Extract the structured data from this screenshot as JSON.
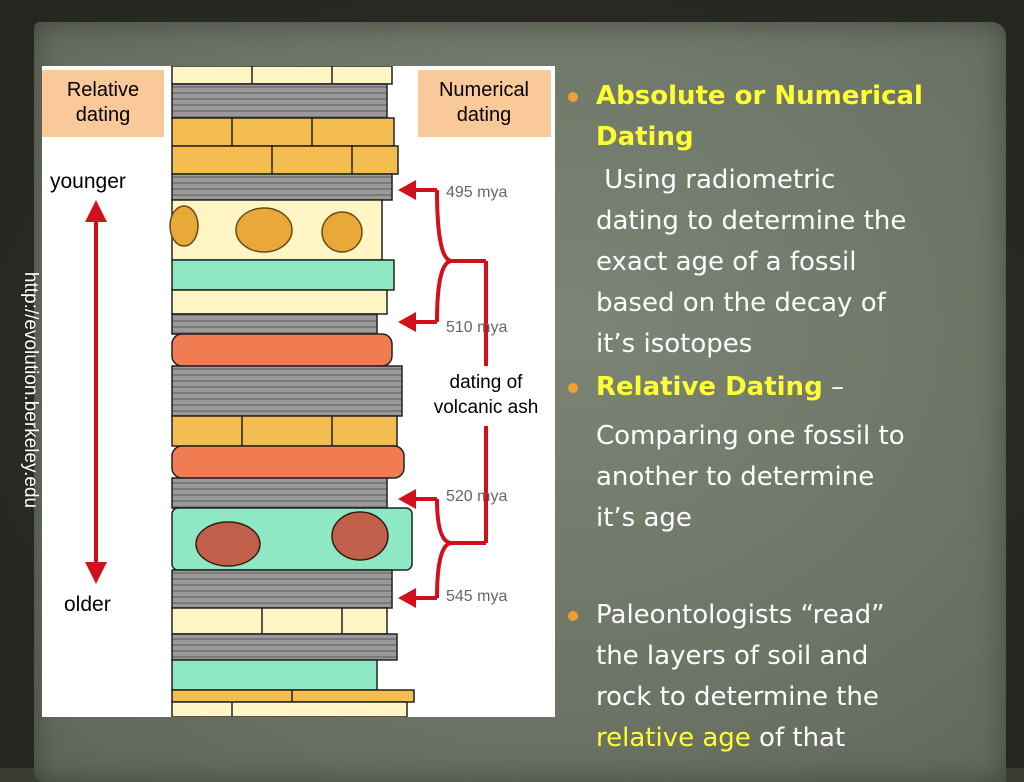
{
  "figure": {
    "relative_label_line1": "Relative",
    "relative_label_line2": "dating",
    "numerical_label_line1": "Numerical",
    "numerical_label_line2": "dating",
    "younger": "younger",
    "older": "older",
    "ages": [
      "495 mya",
      "510 mya",
      "520 mya",
      "545 mya"
    ],
    "volcanic_line1": "dating of",
    "volcanic_line2": "volcanic ash",
    "colors": {
      "label_box": "#f9c99a",
      "arrow_red": "#d0101a",
      "sandstone": "#f4bd52",
      "shale": "#8e8e8e",
      "teal": "#8fe8c4",
      "salmon": "#f27c52",
      "cream": "#fff5c4"
    }
  },
  "source_url": "http://evolution.berkeley.edu",
  "content": {
    "heading1_line1": "Absolute or Numerical",
    "heading1_line2": "Dating",
    "para1_lines": [
      " Using radiometric",
      "dating to determine the",
      "exact age of a fossil",
      "based on the decay of",
      "it’s isotopes"
    ],
    "heading2": "Relative Dating",
    "heading2_suffix": " –",
    "para2_lines": [
      "Comparing one fossil to",
      "another to determine",
      "it’s age"
    ],
    "bullet3_lines": [
      "Paleontologists “read”",
      "the layers of soil and",
      "rock to determine the"
    ],
    "bullet3_last_highlight": "relative age",
    "bullet3_last_rest": " of that"
  }
}
